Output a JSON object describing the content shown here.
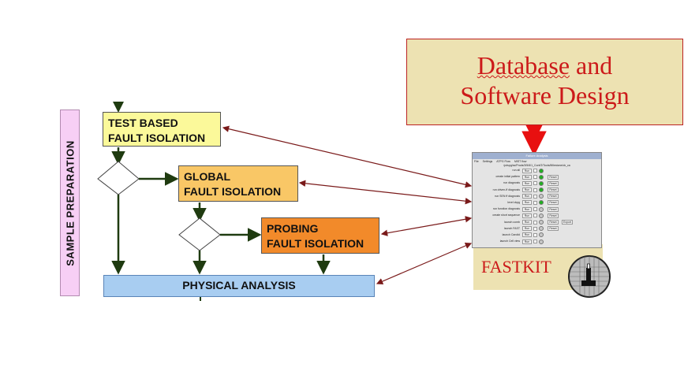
{
  "flow": {
    "side_label": "SAMPLE PREPARATION",
    "test_box": [
      "TEST BASED",
      "FAULT ISOLATION"
    ],
    "global_box": [
      "GLOBAL",
      "FAULT ISOLATION"
    ],
    "probing_box": [
      "PROBING",
      "FAULT ISOLATION"
    ],
    "physical_box": "PHYSICAL ANALYSIS"
  },
  "database_box": {
    "line1_word": "Database",
    "line1_rest": " and",
    "line2": "Software Design"
  },
  "fastkit_label": "FASTKIT",
  "colors": {
    "test": "#fbf99a",
    "global": "#f9c766",
    "probing": "#f28a2a",
    "physical": "#a8cdf1",
    "side": "#f7cff5",
    "beige": "#ede2b2",
    "red_text": "#cc1a1a",
    "flow_arrow": "#1f3b10",
    "link_arrow": "#7a1a1a"
  },
  "software_window": {
    "title": "Failure Analysis",
    "menu": [
      "File",
      "Settings",
      "ATPG Flow",
      "MIST flow"
    ],
    "path": "/pdspg/ss/Prods/3/5/6/1_Conf/2/Tools/Milestone/ok_ca",
    "rows": [
      {
        "label": "run all",
        "run": "Run",
        "led": "green",
        "reset": "",
        "extra": ""
      },
      {
        "label": "create initial pattern",
        "run": "Run",
        "led": "green",
        "reset": "Reset",
        "extra": ""
      },
      {
        "label": "run diagnosis",
        "run": "Run",
        "led": "green",
        "reset": "Reset",
        "extra": ""
      },
      {
        "label": "run driven-ff diagnosis",
        "run": "Run",
        "led": "green",
        "reset": "Reset",
        "extra": ""
      },
      {
        "label": "run SEN ff diagnosis",
        "run": "Run",
        "led": "grey",
        "reset": "Reset",
        "extra": ""
      },
      {
        "label": "level ckpg",
        "run": "Run",
        "led": "green",
        "reset": "Reset",
        "extra": ""
      },
      {
        "label": "run function diagnosis",
        "run": "Run",
        "led": "grey",
        "reset": "Reset",
        "extra": ""
      },
      {
        "label": "create short sequence",
        "run": "Run",
        "led": "grey",
        "reset": "Reset",
        "extra": ""
      },
      {
        "label": "launch comb",
        "run": "Run",
        "led": "grey",
        "reset": "Reset",
        "extra": "Export"
      },
      {
        "label": "launch FAST",
        "run": "Run",
        "led": "grey",
        "reset": "Reset",
        "extra": ""
      },
      {
        "label": "launch Candid",
        "run": "Run",
        "led": "grey",
        "reset": "",
        "extra": ""
      },
      {
        "label": "launch Cell view",
        "run": "Run",
        "led": "grey",
        "reset": "",
        "extra": ""
      }
    ]
  }
}
